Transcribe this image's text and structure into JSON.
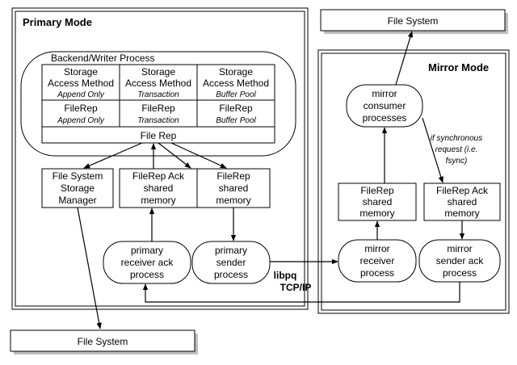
{
  "primary": {
    "title": "Primary Mode",
    "backend_title": "Backend/Writer Process",
    "cells": [
      {
        "l1": "Storage",
        "l2": "Access Method",
        "sub": "Append Only"
      },
      {
        "l1": "Storage",
        "l2": "Access Method",
        "sub": "Transaction"
      },
      {
        "l1": "Storage",
        "l2": "Access Method",
        "sub": "Buffer Pool"
      },
      {
        "l1": "FileRep",
        "sub": "Append Only"
      },
      {
        "l1": "FileRep",
        "sub": "Transaction"
      },
      {
        "l1": "FileRep",
        "sub": "Buffer Pool"
      }
    ],
    "filerep_bar": "File Rep",
    "fs_storage": {
      "l1": "File System",
      "l2": "Storage",
      "l3": "Manager"
    },
    "ack_mem": {
      "l1": "FileRep Ack",
      "l2": "shared",
      "l3": "memory"
    },
    "rep_mem": {
      "l1": "FileRep",
      "l2": "shared",
      "l3": "memory"
    },
    "recv_ack": {
      "l1": "primary",
      "l2": "receiver ack",
      "l3": "process"
    },
    "sender": {
      "l1": "primary",
      "l2": "sender",
      "l3": "process"
    }
  },
  "mirror": {
    "title": "Mirror Mode",
    "consumer": {
      "l1": "mirror",
      "l2": "consumer",
      "l3": "processes"
    },
    "sync_note": {
      "l1": "if synchronous",
      "l2": "request (i.e.",
      "l3": "fsync)"
    },
    "rep_mem": {
      "l1": "FileRep",
      "l2": "shared",
      "l3": "memory"
    },
    "ack_mem": {
      "l1": "FileRep Ack",
      "l2": "shared",
      "l3": "memory"
    },
    "receiver": {
      "l1": "mirror",
      "l2": "receiver",
      "l3": "process"
    },
    "sender_ack": {
      "l1": "mirror",
      "l2": "sender ack",
      "l3": "process"
    }
  },
  "fs_top": "File System",
  "fs_bottom": "File System",
  "link": {
    "l1": "libpq",
    "l2": "TCP/IP"
  }
}
